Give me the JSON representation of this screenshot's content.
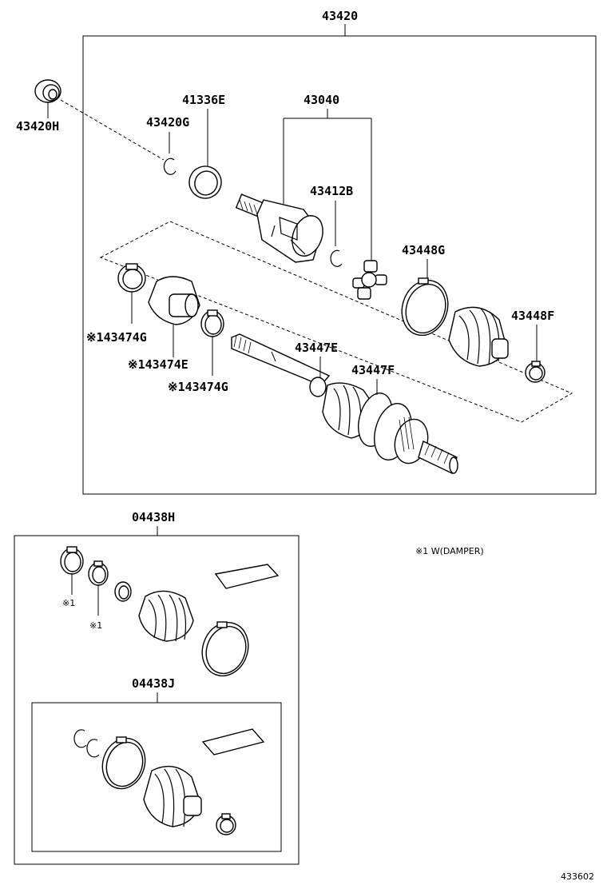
{
  "labels": {
    "assembly": "43420",
    "part_43420H": "43420H",
    "part_43420G": "43420G",
    "part_41336E": "41336E",
    "part_43040": "43040",
    "part_43412B": "43412B",
    "part_43448G": "43448G",
    "part_43448F": "43448F",
    "part_43474G_a": "※143474G",
    "part_43474E": "※143474E",
    "part_43474G_b": "※143474G",
    "part_43447E": "43447E",
    "part_43447F": "43447F",
    "kit_04438H": "04438H",
    "kit_04438J": "04438J",
    "note_mark_1": "※1",
    "note_mark_2": "※1",
    "footnote": "※1 W(DAMPER)",
    "diagram_id": "433602"
  }
}
